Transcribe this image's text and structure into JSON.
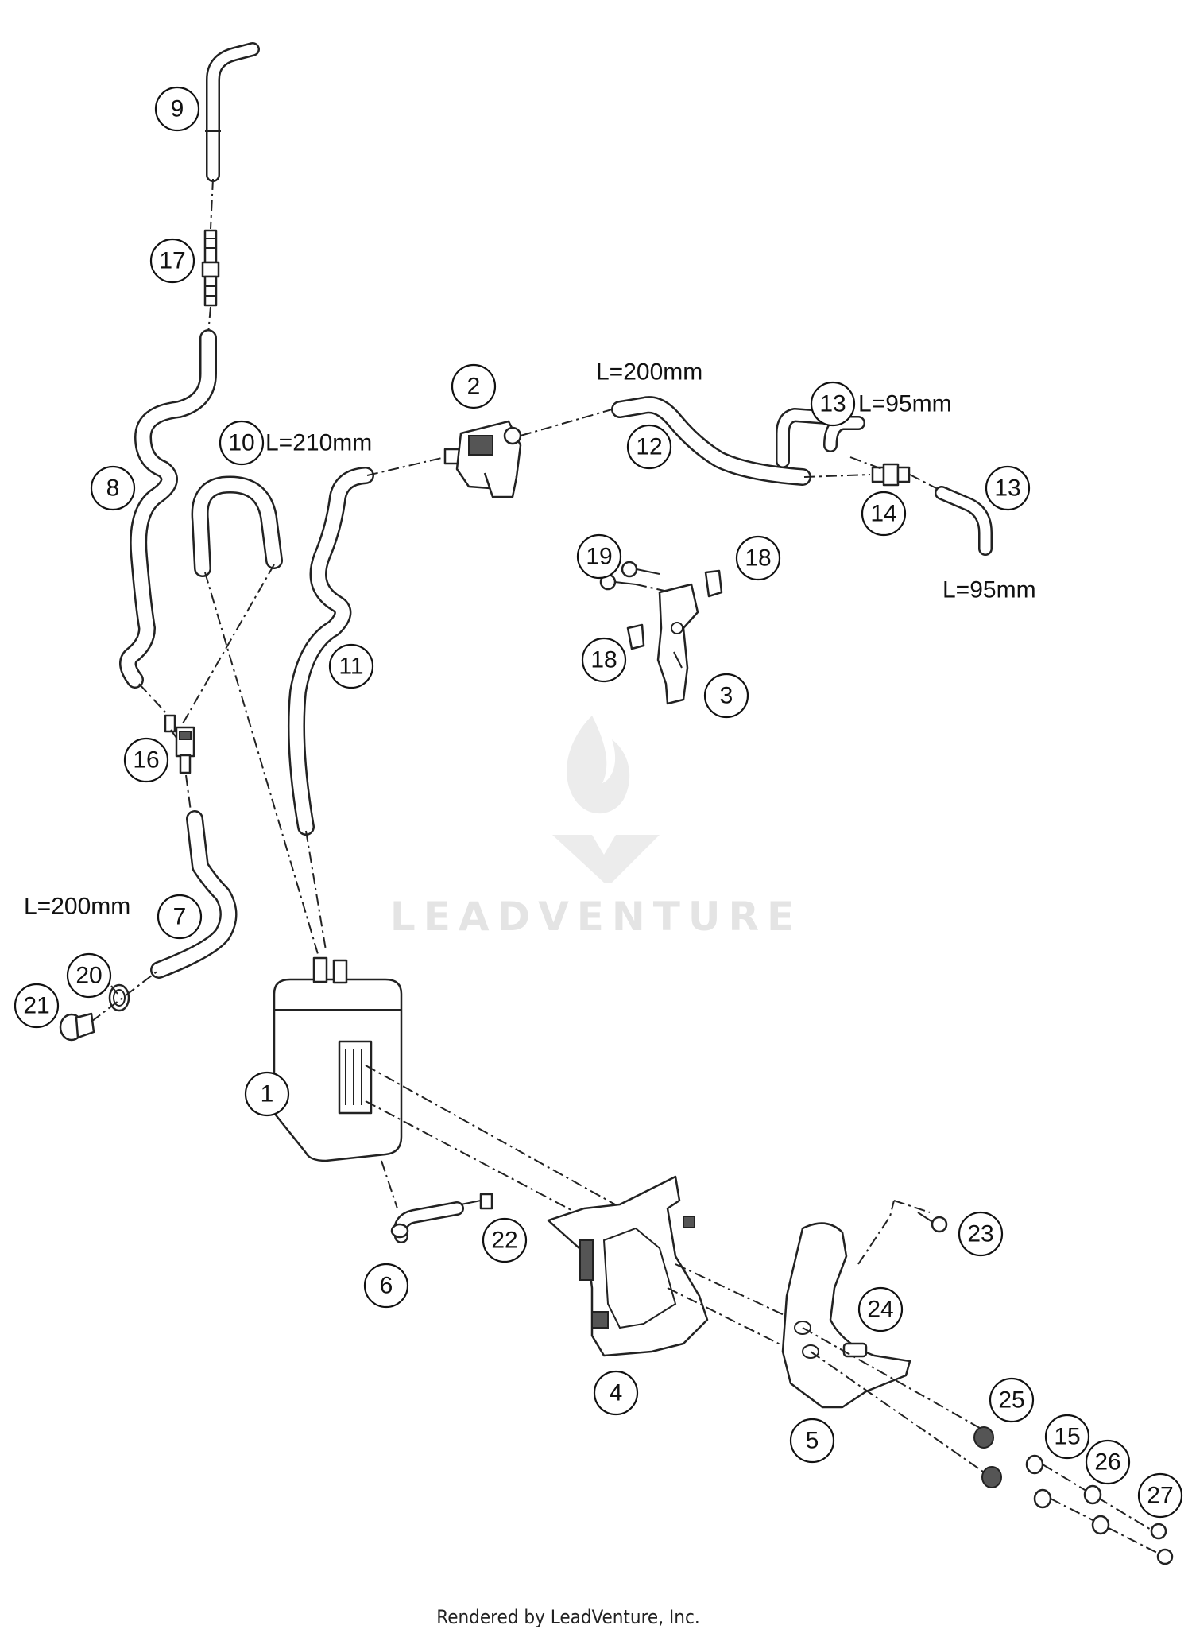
{
  "diagram": {
    "callouts": {
      "c1": "1",
      "c2": "2",
      "c3": "3",
      "c4": "4",
      "c5": "5",
      "c6": "6",
      "c7": "7",
      "c8": "8",
      "c9": "9",
      "c10": "10",
      "c11": "11",
      "c12": "12",
      "c13a": "13",
      "c13b": "13",
      "c14": "14",
      "c15": "15",
      "c16": "16",
      "c17": "17",
      "c18a": "18",
      "c18b": "18",
      "c19": "19",
      "c20": "20",
      "c21": "21",
      "c22": "22",
      "c23": "23",
      "c24": "24",
      "c25": "25",
      "c26": "26",
      "c27": "27"
    },
    "dimensions": {
      "hose10": "L=210mm",
      "hose12": "L=200mm",
      "hose13_top": "L=95mm",
      "hose13_bottom": "L=95mm",
      "hose7": "L=200mm"
    },
    "watermark": "LEADVENTURE",
    "footer": "Rendered by LeadVenture, Inc."
  }
}
